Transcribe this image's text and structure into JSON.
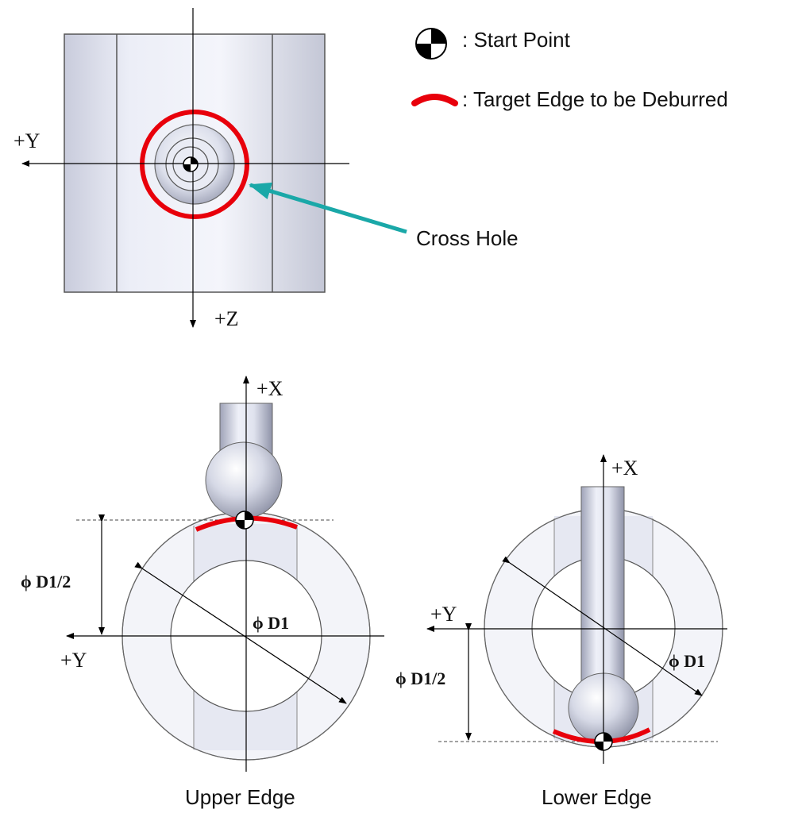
{
  "legend": {
    "start_point": ": Start Point",
    "target_edge": ": Target Edge to be Deburred"
  },
  "top_view": {
    "axis_y": "+Y",
    "axis_z": "+Z",
    "callout": "Cross Hole"
  },
  "upper_view": {
    "axis_x": "+X",
    "axis_y": "+Y",
    "dim_half": "ϕ D1/2",
    "dim_full": "ϕ D1",
    "caption": "Upper Edge"
  },
  "lower_view": {
    "axis_x": "+X",
    "axis_y": "+Y",
    "dim_half": "ϕ D1/2",
    "dim_full": "ϕ D1",
    "caption": "Lower Edge"
  },
  "colors": {
    "target_edge": "#e8000b",
    "callout_arrow": "#1aa8a8",
    "part_fill": "#e4e6f2"
  }
}
